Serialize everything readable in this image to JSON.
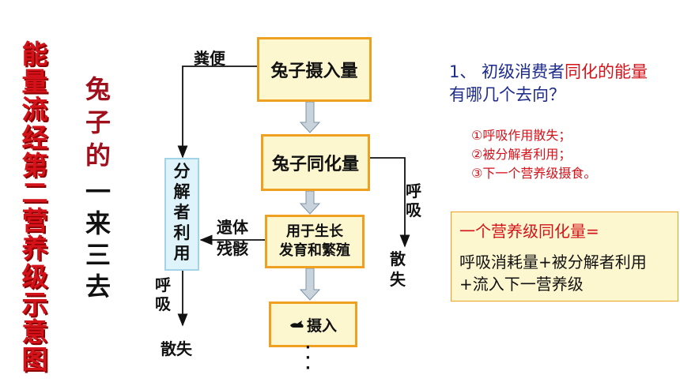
{
  "left_title": [
    "能",
    "量",
    "流",
    "经",
    "第",
    "二",
    "营",
    "养",
    "级",
    "示",
    "意",
    "图"
  ],
  "subtitle_red": [
    "兔",
    "子",
    "的"
  ],
  "subtitle_dark": [
    "一",
    "来",
    "三",
    "去"
  ],
  "flow": {
    "intake": "兔子摄入量",
    "assimilation": "兔子同化量",
    "growth": [
      "用于生长",
      "发育和繁殖"
    ],
    "next": "摄入",
    "next_icon": "rabbit-icon",
    "decomposer": [
      "分",
      "解",
      "者",
      "利",
      "用"
    ]
  },
  "labels": {
    "feces": "粪便",
    "remains": [
      "遗体",
      "残骸"
    ],
    "respiration_left": [
      "呼",
      "吸"
    ],
    "dissipation_left": "散失",
    "respiration_right": [
      "呼",
      "吸"
    ],
    "dissipation_right": [
      "散",
      "失"
    ],
    "dots": [
      "·",
      "·",
      "·"
    ]
  },
  "question": {
    "prefix": "1、 初级消费者",
    "highlight1": "同化的",
    "highlight2": "能量",
    "suffix": "有哪几个去向？"
  },
  "answers": [
    "①呼吸作用散失；",
    "②被分解者利用；",
    "③下一个营养级摄食。"
  ],
  "formula": {
    "title": "一个营养级同化量=",
    "body": "呼吸消耗量+被分解者利用+流入下一营养级"
  },
  "colors": {
    "title_red": "#d4121a",
    "box_fill": "#fdf7cf",
    "box_border": "#f0a020",
    "decomposer_fill": "#dff3fb",
    "question_blue": "#1d2b8c",
    "arrow_fill": "#c8d3dc"
  }
}
